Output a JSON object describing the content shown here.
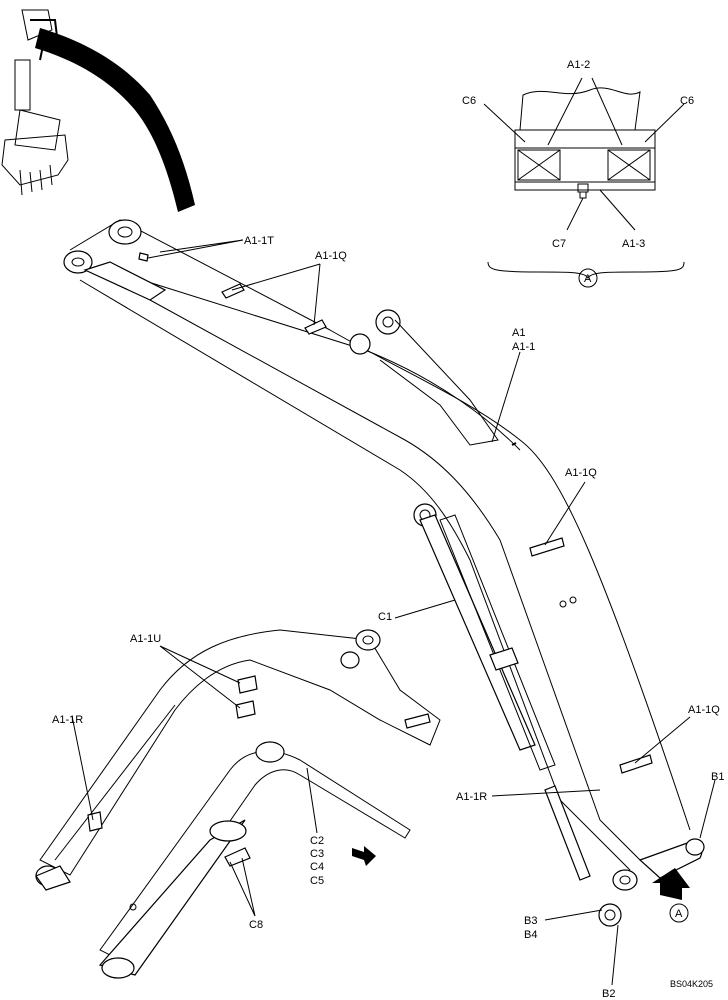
{
  "callouts": {
    "a1_1t": "A1-1T",
    "a1_1q_top": "A1-1Q",
    "a1": "A1",
    "a1_1": "A1-1",
    "a1_1q_mid": "A1-1Q",
    "c1": "C1",
    "a1_1u": "A1-1U",
    "a1_1r_left": "A1-1R",
    "c2": "C2",
    "c3": "C3",
    "c4": "C4",
    "c5": "C5",
    "c8": "C8",
    "a1_1q_low": "A1-1Q",
    "b1": "B1",
    "a1_1r_right": "A1-1R",
    "b3": "B3",
    "b4": "B4",
    "b2": "B2",
    "view_a_arrow": "A"
  },
  "detail_view": {
    "a1_2": "A1-2",
    "c6_left": "C6",
    "c6_right": "C6",
    "c7": "C7",
    "a1_3": "A1-3",
    "view_label": "A"
  },
  "drawing_code": "BS04K205"
}
